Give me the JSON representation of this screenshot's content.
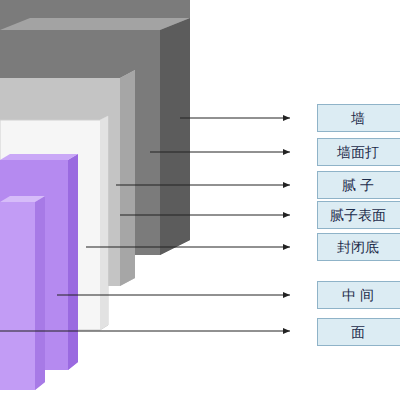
{
  "diagram": {
    "nodes": [
      {
        "text": [
          "墙"
        ]
      },
      {
        "text": [
          "墙面打"
        ]
      },
      {
        "text": [
          "腻 子"
        ]
      },
      {
        "text": [
          "腻子表面"
        ]
      },
      {
        "text": [
          "封闭底"
        ]
      },
      {
        "text": [
          "中 间"
        ]
      },
      {
        "text": [
          "面"
        ]
      }
    ]
  }
}
